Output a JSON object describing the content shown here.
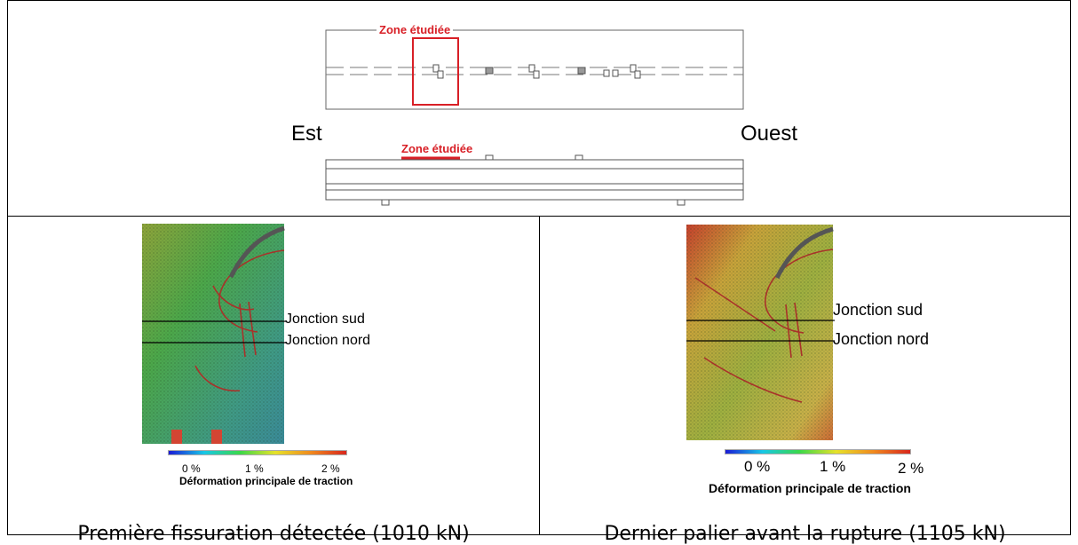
{
  "top": {
    "zone_label_plan": "Zone étudiée",
    "zone_label_elevation": "Zone étudiée",
    "left_side": "Est",
    "right_side": "Ouest",
    "accent_color": "#d81f26"
  },
  "panels": [
    {
      "junction_south": "Jonction sud",
      "junction_north": "Jonction nord",
      "legend_ticks": [
        "0 %",
        "1 %",
        "2 %"
      ],
      "legend_title": "Déformation principale de traction",
      "caption": "Première fissuration détectée (1010 kN)"
    },
    {
      "junction_south": "Jonction sud",
      "junction_north": "Jonction nord",
      "legend_ticks": [
        "0 %",
        "1 %",
        "2 %"
      ],
      "legend_title": "Déformation principale de traction",
      "caption": "Dernier palier avant la rupture (1105 kN)"
    }
  ],
  "colorbar": {
    "stops": [
      "#1b1bd6",
      "#17c7e6",
      "#3ad84a",
      "#e6e22a",
      "#f08a1e",
      "#d8261d"
    ]
  }
}
